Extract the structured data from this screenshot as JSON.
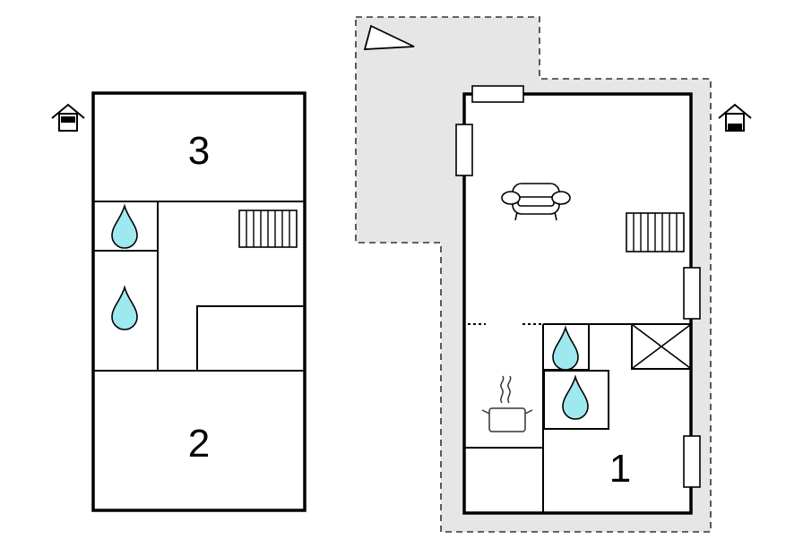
{
  "floors": {
    "upper": {
      "rooms": [
        {
          "label": "3"
        },
        {
          "label": "2"
        }
      ]
    },
    "ground": {
      "rooms": [
        {
          "label": "1"
        }
      ]
    }
  },
  "icons": {
    "house_upper": "house-floor-upper-icon",
    "house_ground": "house-floor-ground-icon",
    "water": "water-drop-icon",
    "stairs": "stairs-icon",
    "sofa": "sofa-icon",
    "kitchen": "cooking-pot-icon",
    "chimney": "chimney-cross-icon",
    "north": "north-arrow-icon"
  },
  "colors": {
    "wall": "#000000",
    "terrace": "#e6e6e6",
    "water": "#9ee8f0",
    "icon_stroke": "#333333"
  }
}
